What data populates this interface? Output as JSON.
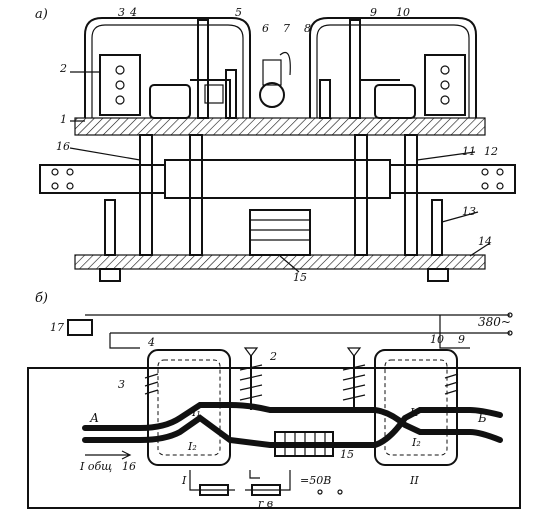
{
  "panel_a": {
    "title": "а)",
    "labels": [
      "1",
      "2",
      "3",
      "4",
      "5",
      "6",
      "7",
      "8",
      "9",
      "10",
      "16",
      "11",
      "12",
      "13",
      "14",
      "15"
    ]
  },
  "panel_b": {
    "title": "б)",
    "voltage": "380~",
    "labels": {
      "n17": "17",
      "n4": "4",
      "n2": "2",
      "n3": "3",
      "n10": "10",
      "n9": "9",
      "bus_a": "А",
      "bus_b": "Б",
      "current_total": "I общ",
      "i1_left": "I₁",
      "i2_left": "I₂",
      "i1_right": "I₁",
      "i2_right": "I₂",
      "n16": "16",
      "n15": "15",
      "coil_I": "I",
      "coil_II": "II",
      "dc_voltage": "=50В",
      "resistor": "r в"
    }
  }
}
